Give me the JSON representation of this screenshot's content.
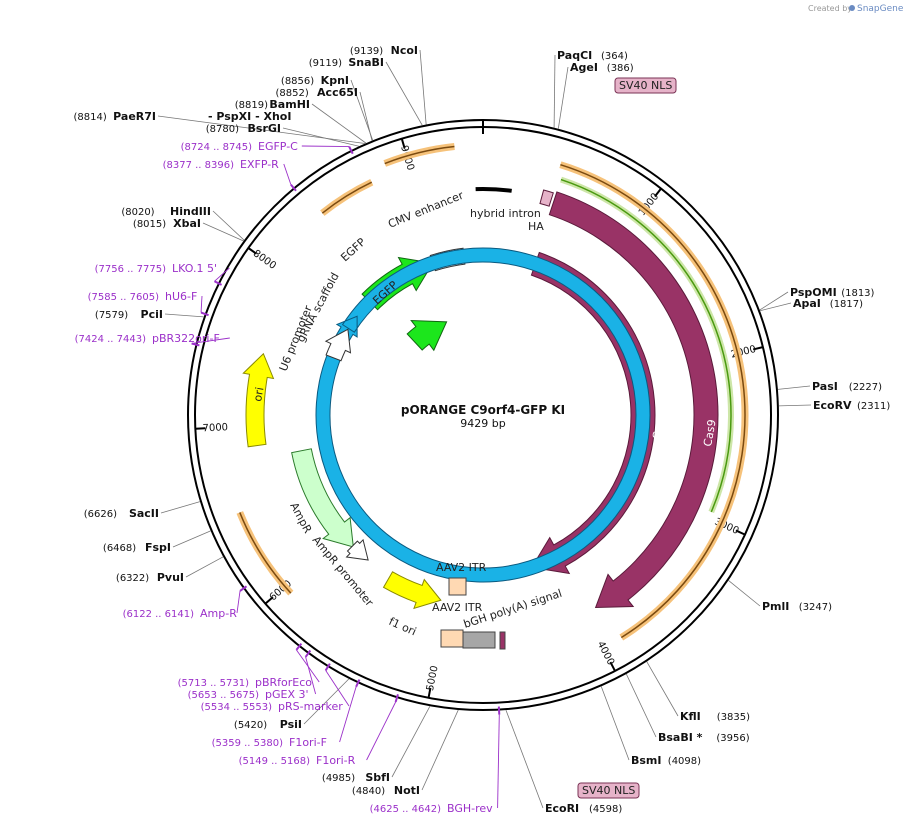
{
  "credit": {
    "prefix": "Created by",
    "brand": "SnapGene"
  },
  "plasmid": {
    "name": "pORANGE C9orf4-GFP KI",
    "length_label": "9429 bp"
  },
  "ticks": [
    "1000",
    "2000",
    "3000",
    "4000",
    "5000",
    "6000",
    "7000",
    "8000",
    "9000"
  ],
  "sites": [
    {
      "name": "NcoI",
      "pos": "(9139)"
    },
    {
      "name": "SnaBI",
      "pos": "(9119)"
    },
    {
      "name": "KpnI",
      "pos": "(8856)"
    },
    {
      "name": "Acc65I",
      "pos": "(8852)"
    },
    {
      "name": "BamHI",
      "pos": "(8819)"
    },
    {
      "name": "PaeR7I",
      "pos": "(8814)",
      "extra": "- PspXI   - XhoI"
    },
    {
      "name": "BsrGI",
      "pos": "(8780)"
    },
    {
      "name": "HindIII",
      "pos": "(8020)"
    },
    {
      "name": "XbaI",
      "pos": "(8015)"
    },
    {
      "name": "PciI",
      "pos": "(7579)"
    },
    {
      "name": "SacII",
      "pos": "(6626)"
    },
    {
      "name": "FspI",
      "pos": "(6468)"
    },
    {
      "name": "PvuI",
      "pos": "(6322)"
    },
    {
      "name": "PsiI",
      "pos": "(5420)"
    },
    {
      "name": "SbfI",
      "pos": "(4985)"
    },
    {
      "name": "NotI",
      "pos": "(4840)"
    },
    {
      "name": "EcoRI",
      "pos": "(4598)"
    },
    {
      "name": "BsmI",
      "pos": "(4098)"
    },
    {
      "name": "BsaBI *",
      "pos": "(3956)"
    },
    {
      "name": "KflI",
      "pos": "(3835)"
    },
    {
      "name": "PmlI",
      "pos": "(3247)"
    },
    {
      "name": "EcoRV",
      "pos": "(2311)"
    },
    {
      "name": "PasI",
      "pos": "(2227)"
    },
    {
      "name": "ApaI",
      "pos": "(1817)"
    },
    {
      "name": "PspOMI",
      "pos": "(1813)"
    },
    {
      "name": "AgeI",
      "pos": "(386)"
    },
    {
      "name": "PaqCI",
      "pos": "(364)"
    }
  ],
  "primers": [
    {
      "name": "EGFP-C",
      "range": "(8724 .. 8745)"
    },
    {
      "name": "EXFP-R",
      "range": "(8377 .. 8396)"
    },
    {
      "name": "LKO.1 5'",
      "range": "(7756 .. 7775)"
    },
    {
      "name": "hU6-F",
      "range": "(7585 .. 7605)"
    },
    {
      "name": "pBR322ori-F",
      "range": "(7424 .. 7443)"
    },
    {
      "name": "Amp-R",
      "range": "(6122 .. 6141)"
    },
    {
      "name": "pBRforEco",
      "range": "(5713 .. 5731)"
    },
    {
      "name": "pGEX 3'",
      "range": "(5653 .. 5675)"
    },
    {
      "name": "pRS-marker",
      "range": "(5534 .. 5553)"
    },
    {
      "name": "F1ori-F",
      "range": "(5359 .. 5380)"
    },
    {
      "name": "F1ori-R",
      "range": "(5149 .. 5168)"
    },
    {
      "name": "BGH-rev",
      "range": "(4625 .. 4642)"
    }
  ],
  "features": {
    "cas9_outer": "Cas9",
    "cas9_inner": "Cas9",
    "ha": "HA",
    "hybrid_intron": "hybrid intron",
    "cmv_enhancer": "CMV enhancer",
    "egfp_outer": "EGFP",
    "egfp_inner": "EGFP",
    "grna_scaffold": "gRNA scaffold",
    "u6_promoter": "U6 promoter",
    "ori": "ori",
    "ampr": "AmpR",
    "ampr_promoter": "AmpR promoter",
    "f1_ori": "f1 ori",
    "aav2_itr_1": "AAV2 ITR",
    "aav2_itr_2": "AAV2 ITR",
    "bgh": "bGH poly(A) signal",
    "sv40_nls_top": "SV40 NLS",
    "sv40_nls_bottom": "SV40 NLS"
  },
  "colors": {
    "cas9": "#993366",
    "egfp": "#1ce61c",
    "ori": "#ffff00",
    "ampr": "#ccffcc",
    "orange_outline": "#f6c27a",
    "green_line": "#4a9a10",
    "nls_fill": "#e6b3c9",
    "itr_fill": "#ffd9b3",
    "bgh_fill": "#a6a6a6",
    "grna_fill": "#1ab2e6",
    "primer": "#9b30c9"
  }
}
